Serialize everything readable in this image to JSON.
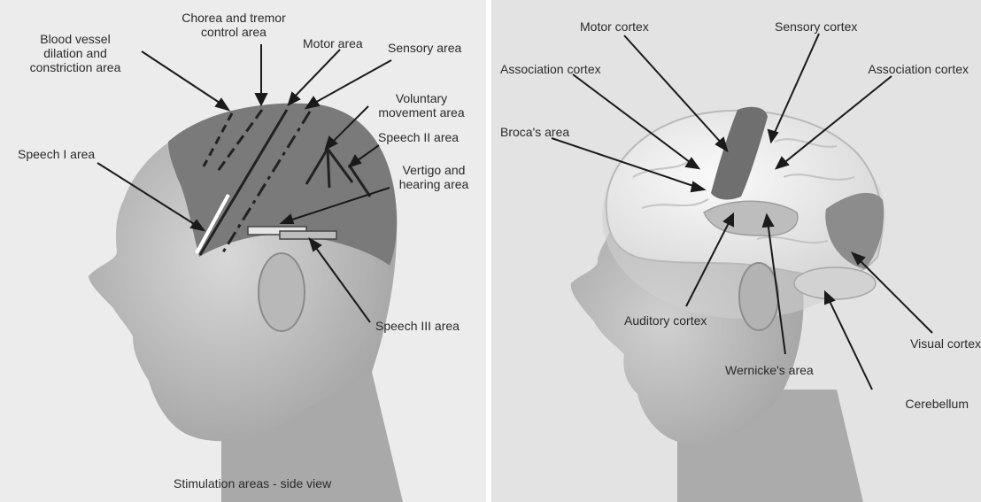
{
  "left": {
    "caption": "Stimulation areas - side view",
    "labels": {
      "blood_vessel": [
        "Blood vessel",
        "dilation and",
        "constriction area"
      ],
      "chorea": [
        "Chorea and tremor",
        "control area"
      ],
      "motor_area": "Motor area",
      "sensory_area": "Sensory area",
      "voluntary": [
        "Voluntary",
        "movement area"
      ],
      "speech_2": "Speech II area",
      "vertigo": [
        "Vertigo and",
        "hearing area"
      ],
      "speech_1": "Speech I area",
      "speech_3": "Speech III area"
    }
  },
  "right": {
    "labels": {
      "motor_cortex": "Motor cortex",
      "sensory_cortex": "Sensory cortex",
      "assoc_left": "Association cortex",
      "assoc_right": "Association cortex",
      "brocas": "Broca's area",
      "auditory": "Auditory cortex",
      "wernickes": "Wernicke's area",
      "visual": "Visual cortex",
      "cerebellum": "Cerebellum"
    }
  },
  "colors": {
    "left_background": "#ececec",
    "right_background": "#e3e3e3",
    "skin": "#c9c9c9",
    "hair": "#7a7a7a",
    "brain": "#f1f1f1",
    "cortex_highlight": "#6f6f6f",
    "leader_lines": "#1a1a1a"
  }
}
